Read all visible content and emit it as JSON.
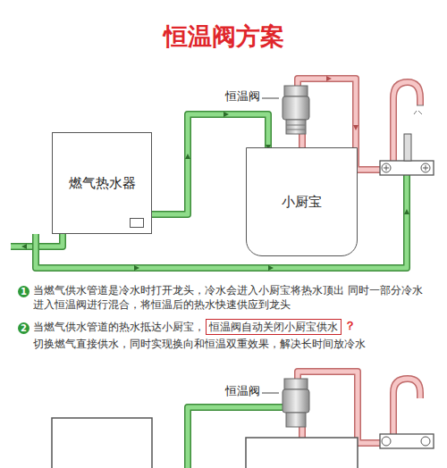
{
  "diagram": {
    "title": "恒温阀方案",
    "nodes": [
      {
        "text": [
          "燃气热水器"
        ]
      },
      {
        "text": [
          "小厨宝"
        ]
      }
    ],
    "edges": [
      {
        "from": 0,
        "to": 1,
        "arrow": "to"
      }
    ],
    "labels": [
      "恒温阀",
      "1",
      "当燃气供水管道是冷水时打开龙头，冷水会进入小厨宝将热水顶出 同时一部分冷水进入恒温阀进行混合，将恒温后的热水快速供应到龙头",
      "2",
      "当燃气供水管道的热水抵达小厨宝，",
      "恒温阀自动关闭小厨宝供水",
      "？",
      "切换燃气直接供水，同时实现换向和恒温双重效果，解决长时间放冷水",
      "恒温阀"
    ]
  }
}
